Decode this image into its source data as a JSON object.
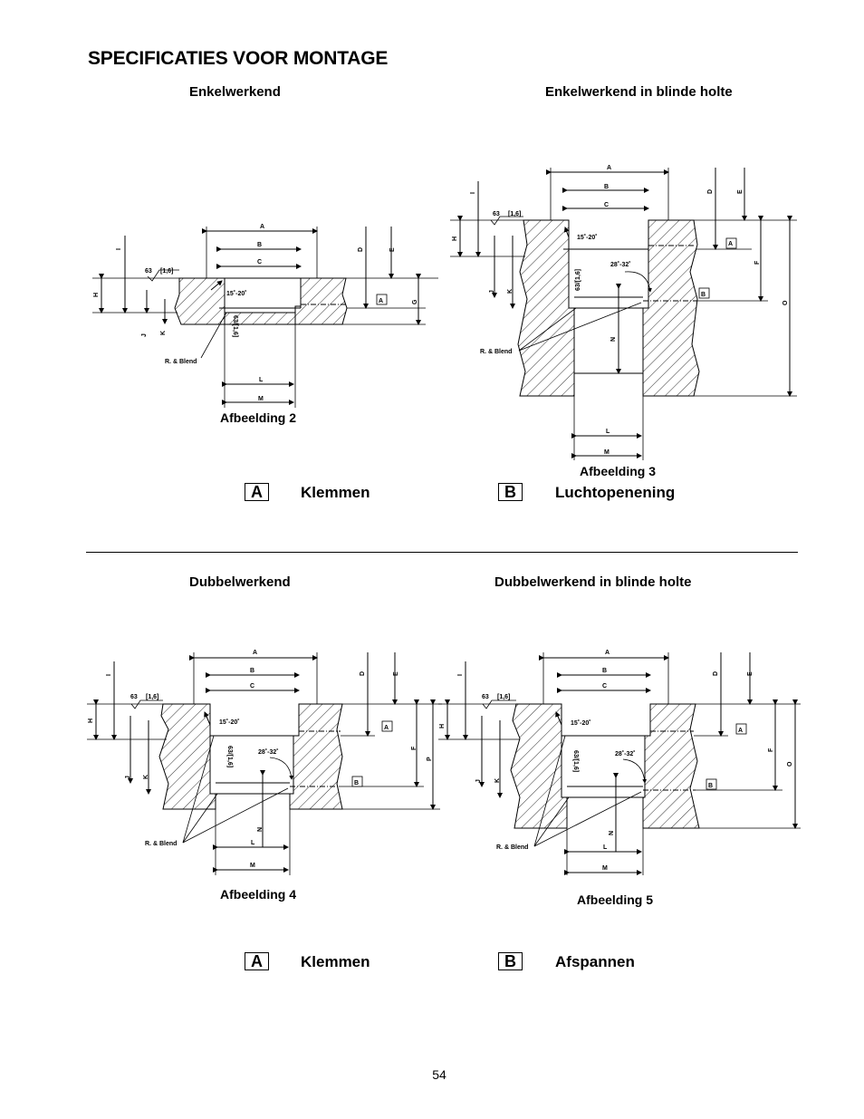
{
  "page": {
    "title": "SPECIFICATIES VOOR MONTAGE",
    "page_number": "54"
  },
  "sections": {
    "top_left_heading": "Enkelwerkend",
    "top_right_heading": "Enkelwerkend in blinde holte",
    "bottom_left_heading": "Dubbelwerkend",
    "bottom_right_heading": "Dubbelwerkend in blinde holte"
  },
  "figures": {
    "fig2": "Afbeelding 2",
    "fig3": "Afbeelding 3",
    "fig4": "Afbeelding 4",
    "fig5": "Afbeelding 5"
  },
  "legends": {
    "top": [
      {
        "key": "A",
        "label": "Klemmen"
      },
      {
        "key": "B",
        "label": "Luchtopenening"
      }
    ],
    "bottom": [
      {
        "key": "A",
        "label": "Klemmen"
      },
      {
        "key": "B",
        "label": "Afspannen"
      }
    ]
  },
  "drawing_labels": {
    "dims": [
      "A",
      "B",
      "C",
      "D",
      "E",
      "F",
      "G",
      "H",
      "I",
      "J",
      "K",
      "L",
      "M",
      "N",
      "O",
      "P"
    ],
    "finish": "63",
    "finish_metric": "[1,6]",
    "finish_rot": "63/[1,6]",
    "chamfer": "15˚-20˚",
    "angle": "28˚-32˚",
    "blend": "R. & Blend",
    "port_a": "A",
    "port_b": "B"
  }
}
